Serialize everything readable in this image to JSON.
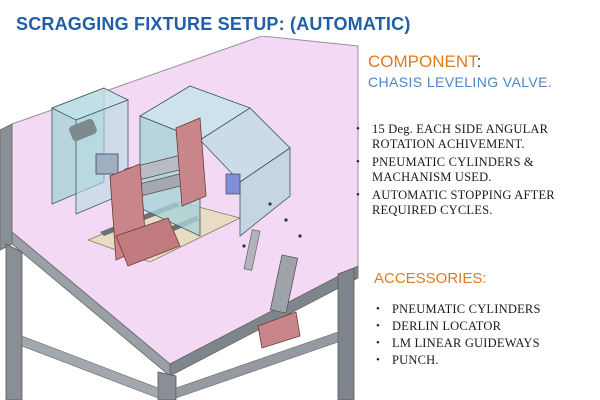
{
  "slide": {
    "title": "SCRAGGING FIXTURE SETUP: (AUTOMATIC)"
  },
  "component": {
    "heading": "COMPONENT",
    "colon": ":",
    "name": "CHASIS LEVELING VALVE."
  },
  "features": [
    "15 Deg. EACH SIDE ANGULAR ROTATION ACHIVEMENT.",
    "PNEUMATIC CYLINDERS & MACHANISM USED.",
    "AUTOMATIC STOPPING AFTER REQUIRED CYCLES."
  ],
  "accessories": {
    "heading": "ACCESSORIES:",
    "items": [
      "PNEUMATIC CYLINDERS",
      "DERLIN LOCATOR",
      "LM LINEAR GUIDEWAYS",
      "PUNCH."
    ]
  },
  "colors": {
    "title": "#1f5fa8",
    "accent_orange": "#e07a1f",
    "component_blue": "#4a86c8",
    "table_top": "#f3d9f3",
    "frame_gray": "#8a8f96",
    "guard_glass": "#a9d2d8",
    "bracket_red": "#c9868a",
    "base_plate": "#e8ddc4"
  }
}
